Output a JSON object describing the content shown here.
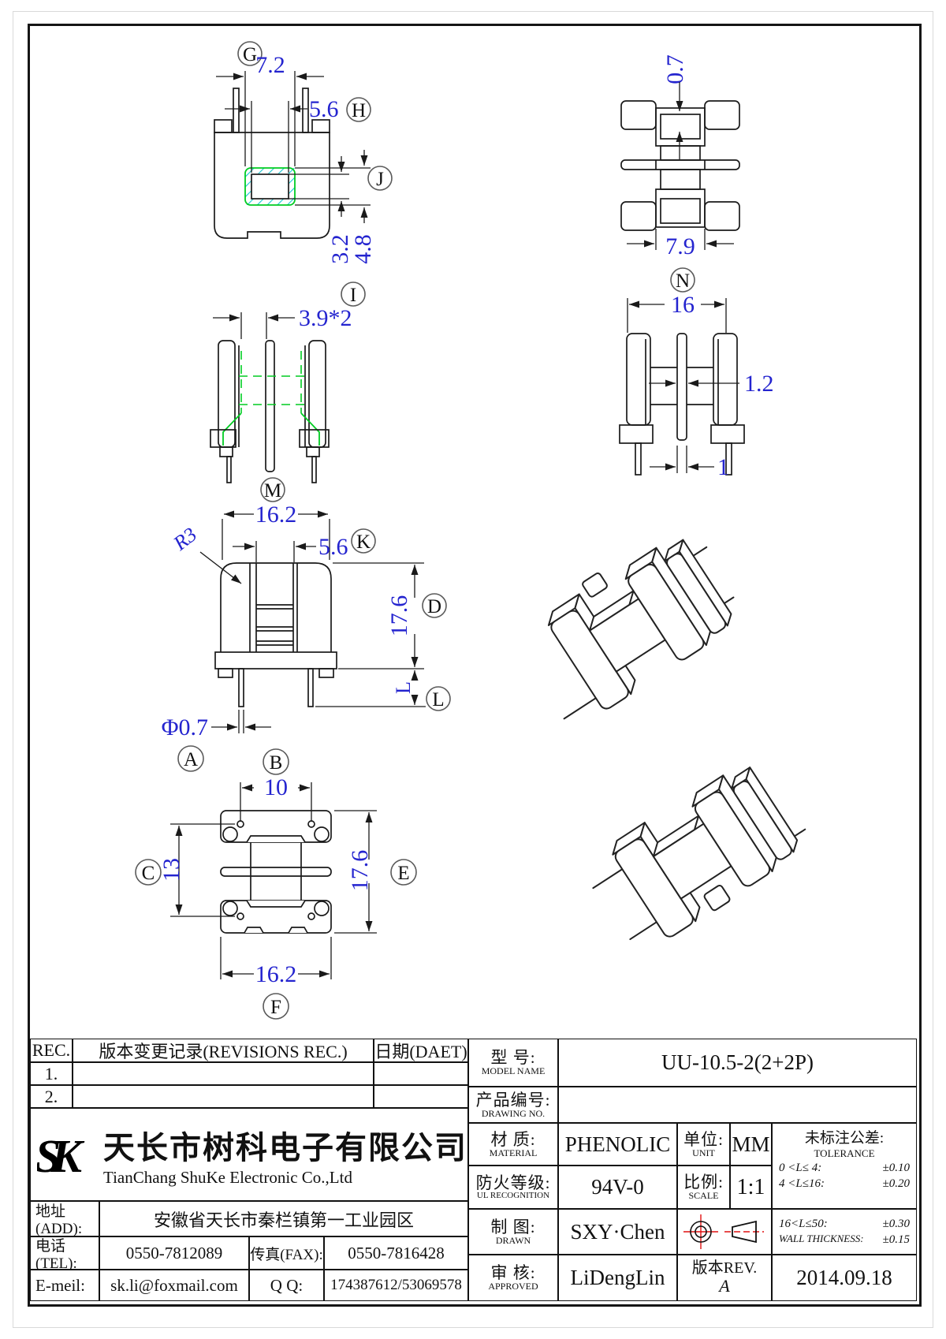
{
  "colors": {
    "dimension_text": "#2424cf",
    "highlight_green": "#00cc22",
    "hatch_cyan": "#19c8d2",
    "symbol_red": "#e01010",
    "line": "#1a1a1a"
  },
  "drawing": {
    "front_view": {
      "balloon_g": "G",
      "dim_72": "7.2",
      "dim_56": "5.6",
      "balloon_h": "H",
      "balloon_j": "J",
      "dim_32": "3.2",
      "dim_48": "4.8",
      "balloon_i": "I"
    },
    "top_view": {
      "dim_07": "0.7",
      "dim_79": "7.9"
    },
    "side_view": {
      "dim_39x2": "3.9*2"
    },
    "n_view": {
      "balloon_n": "N",
      "dim_16": "16",
      "dim_12": "1.2",
      "dim_1": "1"
    },
    "m_view": {
      "balloon_m": "M",
      "dim_162": "16.2",
      "radius": "R3",
      "dim_56": "5.6",
      "balloon_k": "K",
      "dim_176": "17.6",
      "balloon_d": "D",
      "dim_l": "L",
      "balloon_l": "L",
      "dim_pin": "Φ0.7",
      "balloon_a": "A",
      "balloon_b": "B"
    },
    "bottom_view": {
      "dim_10": "10",
      "balloon_c": "C",
      "dim_13": "13",
      "dim_176": "17.6",
      "balloon_e": "E",
      "dim_162": "16.2",
      "balloon_f": "F"
    }
  },
  "revisions": {
    "col_rec": "REC.",
    "col_record": "版本变更记录(REVISIONS REC.)",
    "col_date": "日期(DAET)",
    "row1": "1.",
    "row2": "2."
  },
  "company": {
    "logo": "SK",
    "name_cn": "天长市树科电子有限公司",
    "name_en": "TianChang ShuKe Electronic Co.,Ltd",
    "addr_label": "地址(ADD):",
    "addr": "安徽省天长市秦栏镇第一工业园区",
    "tel_label": "电话(TEL):",
    "tel": "0550-7812089",
    "fax_label": "传真(FAX):",
    "fax": "0550-7816428",
    "email_label": "E-meil:",
    "email": "sk.li@foxmail.com",
    "qq_label": "Q Q:",
    "qq": "174387612/53069578"
  },
  "titleblock": {
    "model_cn": "型  号:",
    "model_en": "MODEL NAME",
    "model_value": "UU-10.5-2(2+2P)",
    "pn_cn": "产品编号:",
    "pn_en": "DRAWING NO.",
    "pn_value": "",
    "material_cn": "材  质:",
    "material_en": "MATERIAL",
    "material_value": "PHENOLIC",
    "unit_cn": "单位:",
    "unit_en": "UNIT",
    "unit_value": "MM",
    "fire_cn": "防火等级:",
    "fire_en": "UL RECOGNITION",
    "fire_value": "94V-0",
    "scale_cn": "比例:",
    "scale_en": "SCALE",
    "scale_value": "1:1",
    "tol_cn": "未标注公差:",
    "tol_en": "TOLERANCE",
    "tol1_range": "0 <L≤ 4:",
    "tol1_val": "±0.10",
    "tol2_range": "4 <L≤16:",
    "tol2_val": "±0.20",
    "tol3_range": "16<L≤50:",
    "tol3_val": "±0.30",
    "tol4_range": "WALL THICKNESS:",
    "tol4_val": "±0.15",
    "drawn_cn": "制  图:",
    "drawn_en": "DRAWN",
    "drawn_value": "SXY·Chen",
    "approved_cn": "审  核:",
    "approved_en": "APPROVED",
    "approved_value": "LiDengLin",
    "rev_cn": "版本REV.",
    "rev_value": "A",
    "date_value": "2014.09.18"
  }
}
